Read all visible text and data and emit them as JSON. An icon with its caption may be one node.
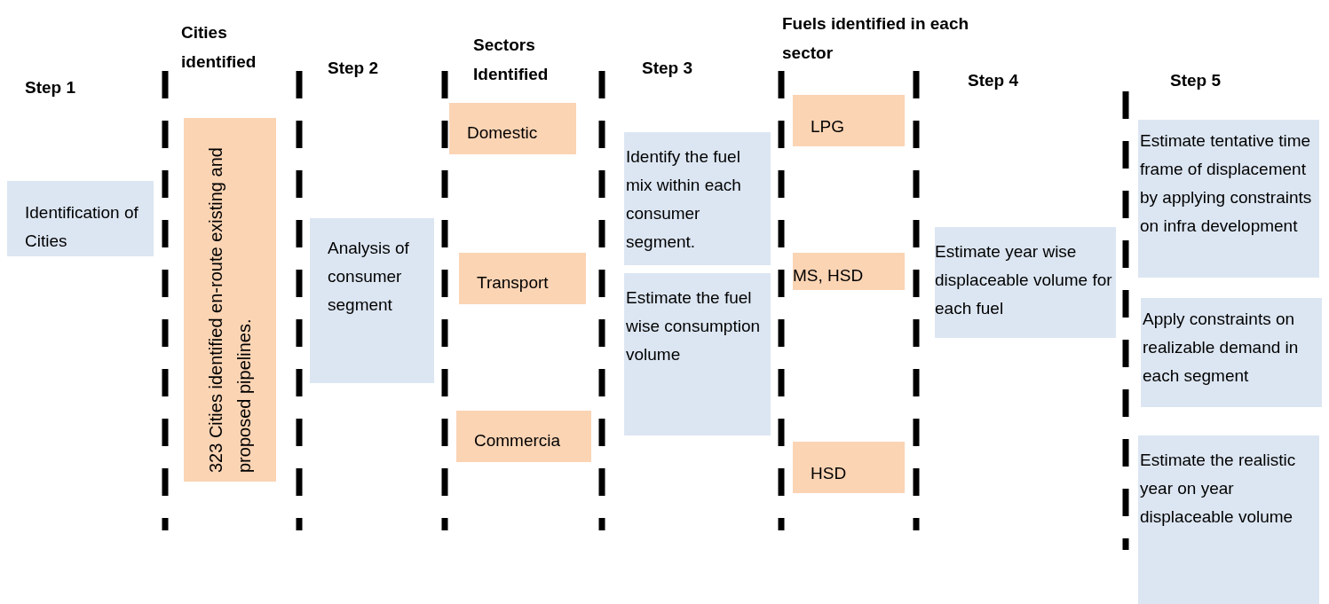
{
  "diagram": {
    "nodes": [
      {
        "text": [
          "Identification of Cities"
        ]
      },
      {
        "text": [
          "323 Cities identified en-route existing and proposed pipelines."
        ]
      },
      {
        "text": [
          "Analysis of consumer segment"
        ]
      },
      {
        "text": [
          "Domestic"
        ]
      },
      {
        "text": [
          "Transport"
        ]
      },
      {
        "text": [
          "Commercia"
        ]
      },
      {
        "text": [
          "Identify the fuel mix within each consumer segment."
        ]
      },
      {
        "text": [
          "Estimate the fuel wise consumption volume"
        ]
      },
      {
        "text": [
          "LPG"
        ]
      },
      {
        "text": [
          "MS, HSD"
        ]
      },
      {
        "text": [
          "HSD"
        ]
      },
      {
        "text": [
          "Estimate year wise displaceable volume for each fuel"
        ]
      },
      {
        "text": [
          "Estimate tentative time frame of displacement by applying constraints on infra development"
        ]
      },
      {
        "text": [
          "Apply constraints on realizable demand in each segment"
        ]
      },
      {
        "text": [
          "Estimate the realistic year on year displaceable volume"
        ]
      }
    ],
    "edges": [],
    "labels": [
      "Step 1",
      "Cities identified",
      "Step 2",
      "Sectors Identified",
      "Step 3",
      "Fuels identified in each sector",
      "Step 4",
      "Step 5"
    ]
  }
}
